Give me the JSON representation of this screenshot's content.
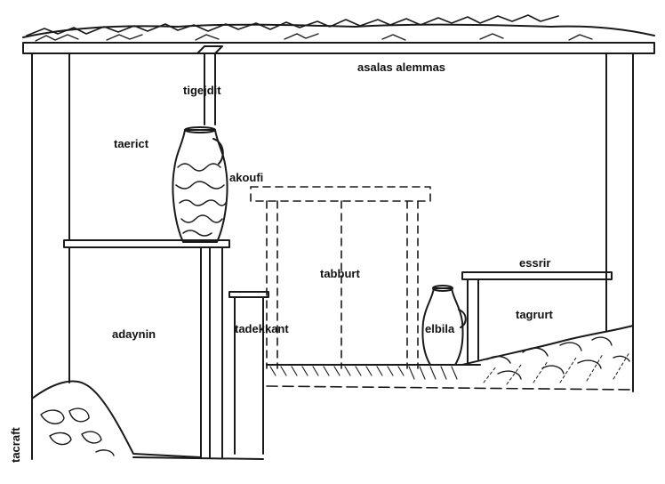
{
  "diagram": {
    "labels": {
      "roof_beam": "asalas alemmas",
      "gutter": "tigejdit",
      "wall_niche": "taerict",
      "tall_jar": "akoufi",
      "loom_frame": "tabburt",
      "bench": "essrir",
      "ledge": "tagrurt",
      "small_jar": "elbila",
      "low_wall": "tadekkant",
      "platform": "adaynin",
      "corner_text": "tacraft"
    },
    "colors": {
      "ink": "#1a1a1a",
      "background": "#ffffff"
    }
  }
}
